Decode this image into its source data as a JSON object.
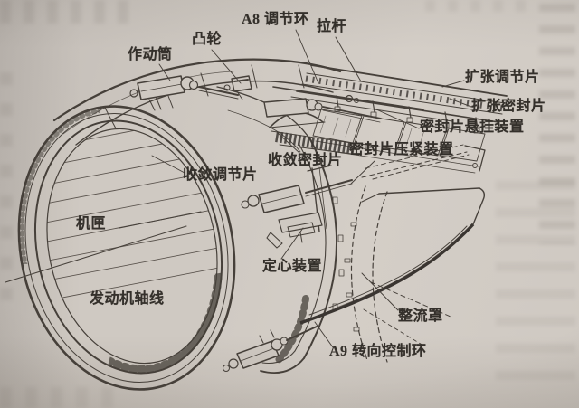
{
  "page": {
    "paper_hex": "#cfc9c2",
    "ink_hex": "#46403a"
  },
  "figure": {
    "labels": [
      {
        "id": "actuator-cylinder",
        "text": "作动筒"
      },
      {
        "id": "cam",
        "text": "凸轮"
      },
      {
        "id": "a8-adjusting-ring",
        "text": "A8 调节环"
      },
      {
        "id": "tie-rod",
        "text": "拉杆"
      },
      {
        "id": "divergent-flap",
        "text": "扩张调节片"
      },
      {
        "id": "divergent-seal-flap",
        "text": "扩张密封片"
      },
      {
        "id": "seal-suspension-device",
        "text": "密封片悬挂装置"
      },
      {
        "id": "seal-clamping-device",
        "text": "密封片压紧装置"
      },
      {
        "id": "convergent-seal-flap",
        "text": "收敛密封片"
      },
      {
        "id": "convergent-flap",
        "text": "收敛调节片"
      },
      {
        "id": "casing",
        "text": "机匣"
      },
      {
        "id": "centering-device",
        "text": "定心装置"
      },
      {
        "id": "engine-axis",
        "text": "发动机轴线"
      },
      {
        "id": "fairing",
        "text": "整流罩"
      },
      {
        "id": "a9-vectoring-control-ring",
        "text": "A9 转向控制环"
      }
    ]
  }
}
